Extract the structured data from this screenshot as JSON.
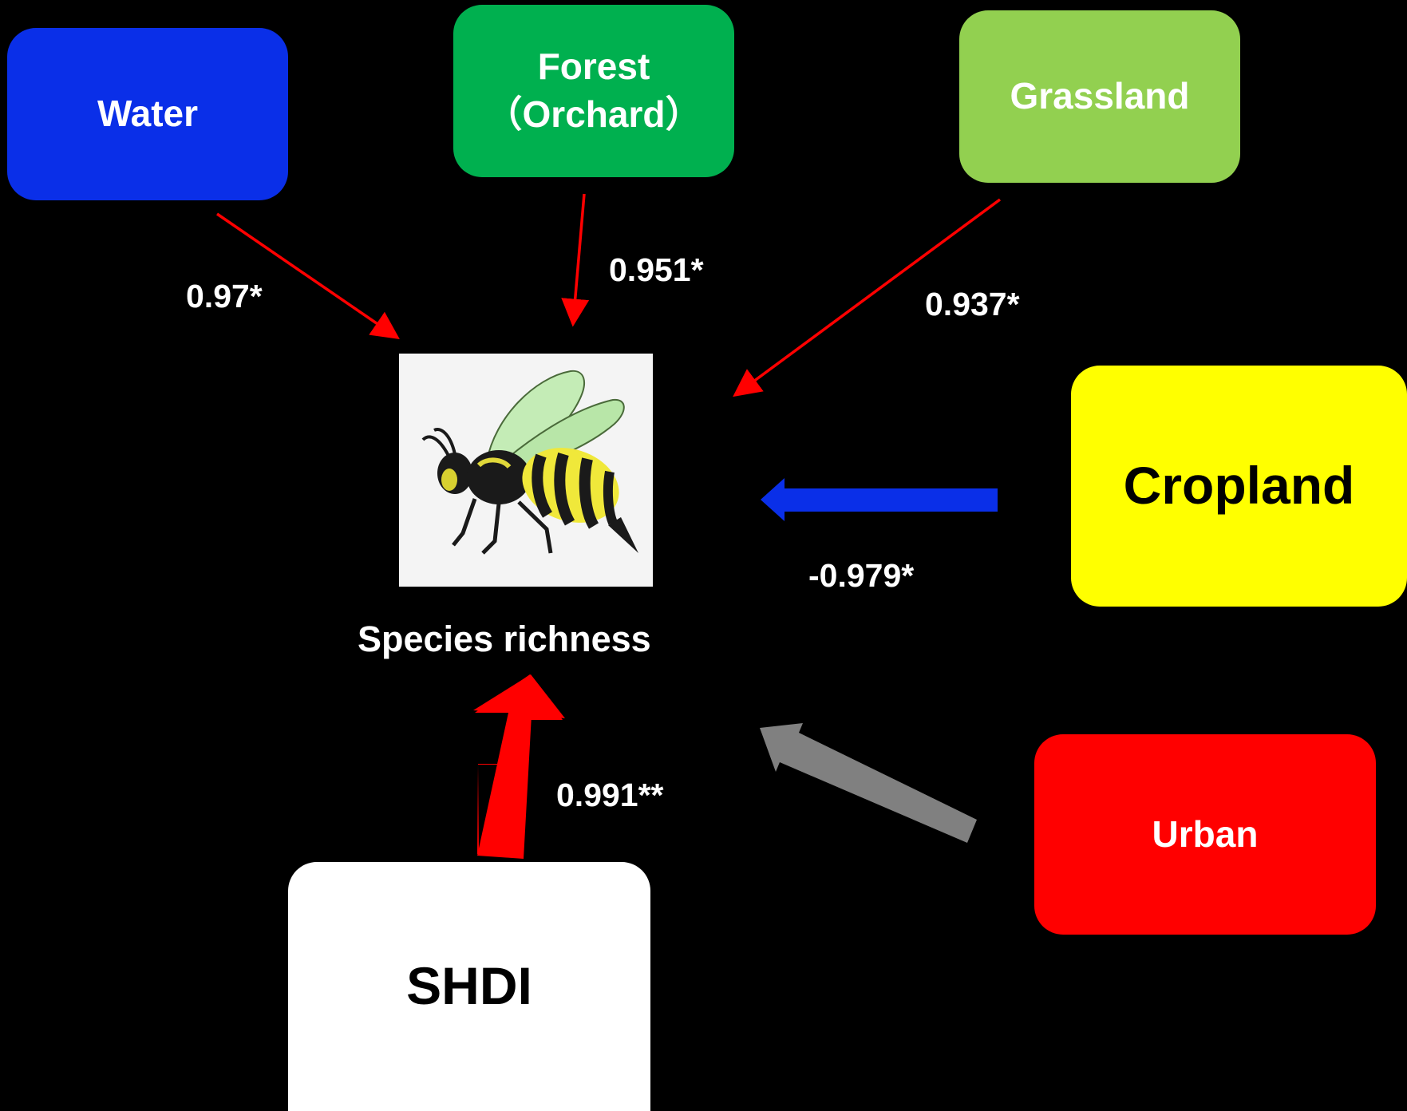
{
  "nodes": {
    "water": "Water",
    "forest_line1": "Forest",
    "forest_line2": "（Orchard）",
    "grassland": "Grassland",
    "cropland": "Cropland",
    "urban": "Urban",
    "shdi": "SHDI"
  },
  "center": {
    "label": "Species richness",
    "icon": "bee-icon"
  },
  "coefficients": {
    "water": "0.97*",
    "forest": "0.951*",
    "grassland": "0.937*",
    "cropland": "-0.979*",
    "shdi": "0.991**"
  },
  "colors": {
    "water": "#0a2fe8",
    "forest": "#00b04f",
    "grassland": "#92d050",
    "cropland": "#ffff00",
    "urban": "#ff0000",
    "shdi": "#ffffff",
    "positive_arrow": "#ff0000",
    "negative_arrow": "#0a2fe8",
    "nonsignificant_arrow": "#808080"
  }
}
